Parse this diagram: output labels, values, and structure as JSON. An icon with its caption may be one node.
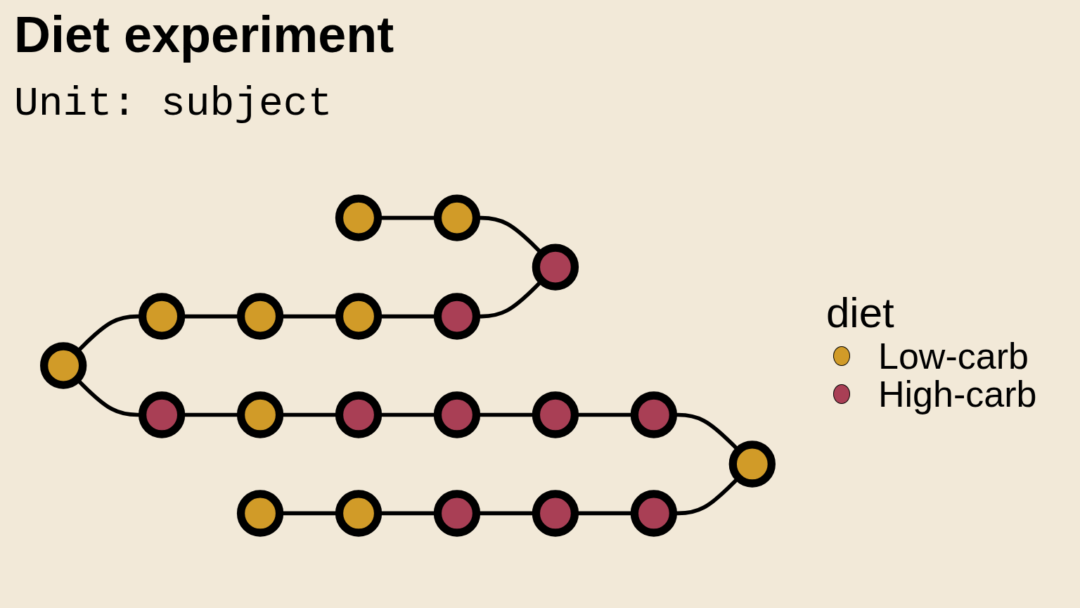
{
  "diagram": {
    "title": "Diet experiment",
    "nodes": [
      {
        "text": [],
        "shape": "circle"
      },
      {
        "text": [],
        "shape": "circle"
      },
      {
        "text": [],
        "shape": "circle"
      },
      {
        "text": [],
        "shape": "circle"
      },
      {
        "text": [],
        "shape": "circle"
      },
      {
        "text": [],
        "shape": "circle"
      },
      {
        "text": [],
        "shape": "circle"
      },
      {
        "text": [],
        "shape": "circle"
      },
      {
        "text": [],
        "shape": "circle"
      },
      {
        "text": [],
        "shape": "circle"
      },
      {
        "text": [],
        "shape": "circle"
      },
      {
        "text": [],
        "shape": "circle"
      },
      {
        "text": [],
        "shape": "circle"
      },
      {
        "text": [],
        "shape": "circle"
      },
      {
        "text": [],
        "shape": "circle"
      },
      {
        "text": [],
        "shape": "circle"
      },
      {
        "text": [],
        "shape": "circle"
      },
      {
        "text": [],
        "shape": "circle"
      },
      {
        "text": [],
        "shape": "circle"
      },
      {
        "text": [],
        "shape": "circle"
      }
    ],
    "edges": [
      {
        "from": 0,
        "to": 1,
        "arrow": "none"
      },
      {
        "from": 1,
        "to": 7,
        "arrow": "none"
      },
      {
        "from": 2,
        "to": 3,
        "arrow": "none"
      },
      {
        "from": 3,
        "to": 4,
        "arrow": "none"
      },
      {
        "from": 4,
        "to": 5,
        "arrow": "none"
      },
      {
        "from": 5,
        "to": 6,
        "arrow": "none"
      },
      {
        "from": 6,
        "to": 7,
        "arrow": "none"
      },
      {
        "from": 2,
        "to": 8,
        "arrow": "none"
      },
      {
        "from": 8,
        "to": 9,
        "arrow": "none"
      },
      {
        "from": 9,
        "to": 10,
        "arrow": "none"
      },
      {
        "from": 10,
        "to": 11,
        "arrow": "none"
      },
      {
        "from": 11,
        "to": 12,
        "arrow": "none"
      },
      {
        "from": 12,
        "to": 13,
        "arrow": "none"
      },
      {
        "from": 13,
        "to": 19,
        "arrow": "none"
      },
      {
        "from": 14,
        "to": 15,
        "arrow": "none"
      },
      {
        "from": 15,
        "to": 16,
        "arrow": "none"
      },
      {
        "from": 16,
        "to": 17,
        "arrow": "none"
      },
      {
        "from": 17,
        "to": 18,
        "arrow": "none"
      },
      {
        "from": 18,
        "to": 19,
        "arrow": "none"
      }
    ],
    "labels": [
      "Unit: subject",
      "diet"
    ],
    "legend": [
      {
        "text": "Low-carb",
        "color": "#d19b28"
      },
      {
        "text": "High-carb",
        "color": "#a93f55"
      }
    ]
  }
}
